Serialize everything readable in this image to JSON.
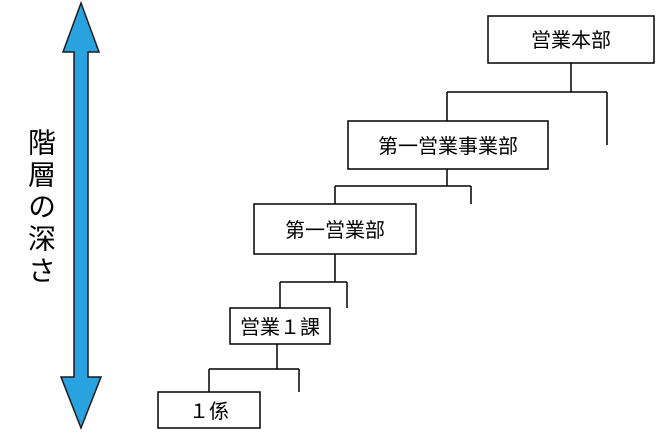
{
  "depth_label": "階層の深さ",
  "colors": {
    "arrow_fill": "#29a3e0",
    "arrow_stroke": "#1a1a1a",
    "line": "#000000"
  },
  "boxes": [
    {
      "id": "honbu",
      "label": "営業本部"
    },
    {
      "id": "jigyobu",
      "label": "第一営業事業部"
    },
    {
      "id": "eigyobu",
      "label": "第一営業部"
    },
    {
      "id": "ka",
      "label": "営業１課"
    },
    {
      "id": "kakari",
      "label": "１係"
    }
  ]
}
